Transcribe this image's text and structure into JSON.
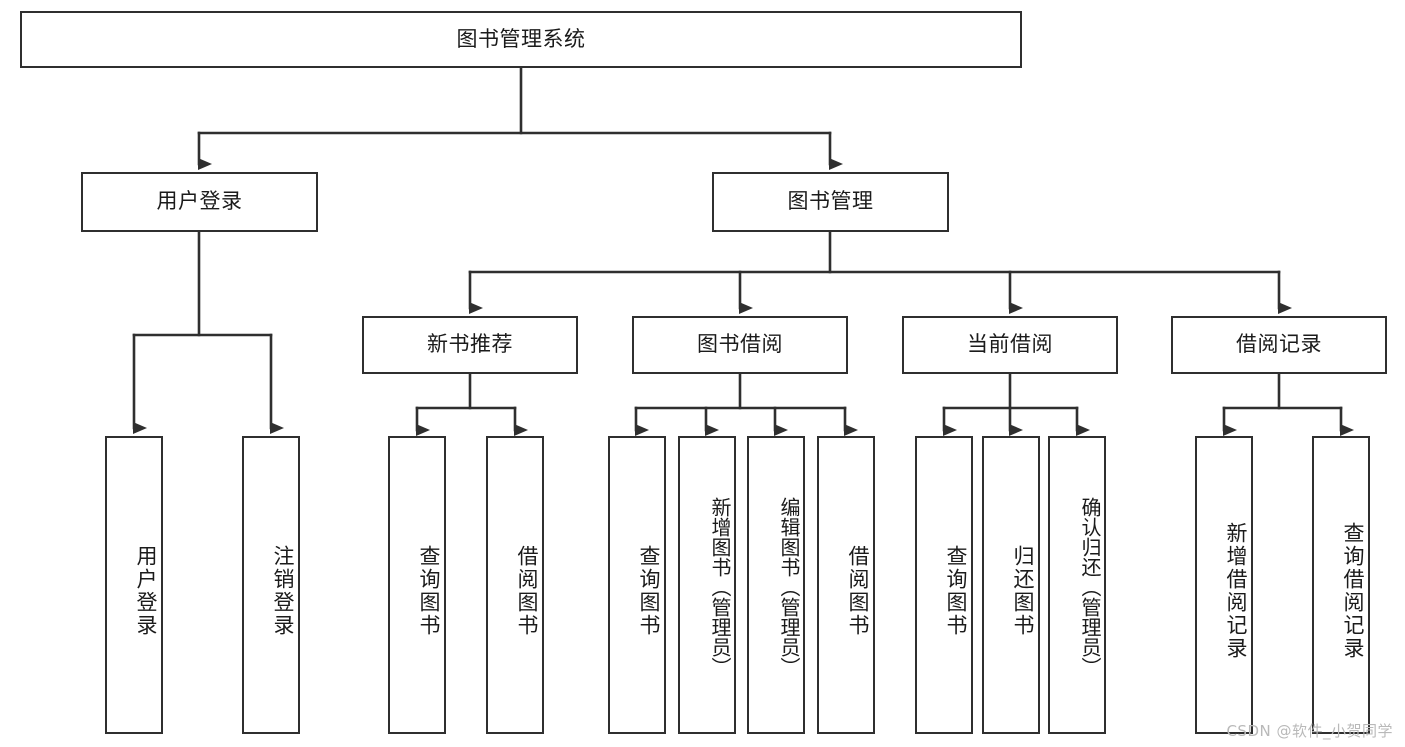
{
  "diagram": {
    "title": "图书管理系统",
    "type": "tree-hierarchy-diagram",
    "colors": {
      "stroke": "#2f2f2f",
      "fill": "#ffffff",
      "text": "#1b1b1b",
      "watermark": "#b9b9b9"
    },
    "root": {
      "label": "图书管理系统"
    },
    "level2": [
      {
        "label": "用户登录"
      },
      {
        "label": "图书管理"
      }
    ],
    "level3": [
      {
        "label": "新书推荐"
      },
      {
        "label": "图书借阅"
      },
      {
        "label": "当前借阅"
      },
      {
        "label": "借阅记录"
      }
    ],
    "leaves": {
      "user_login": [
        {
          "label": "用户登录"
        },
        {
          "label": "注销登录"
        }
      ],
      "new_book_recommend": [
        {
          "label": "查询图书"
        },
        {
          "label": "借阅图书"
        }
      ],
      "book_borrow": [
        {
          "label": "查询图书"
        },
        {
          "label": "新增图书（管理员）"
        },
        {
          "label": "编辑图书（管理员）"
        },
        {
          "label": "借阅图书"
        }
      ],
      "current_borrow": [
        {
          "label": "查询图书"
        },
        {
          "label": "归还图书"
        },
        {
          "label": "确认归还（管理员）"
        }
      ],
      "borrow_record": [
        {
          "label": "新增借阅记录"
        },
        {
          "label": "查询借阅记录"
        }
      ]
    }
  },
  "watermark": {
    "text": "CSDN @软件_小贺同学"
  }
}
